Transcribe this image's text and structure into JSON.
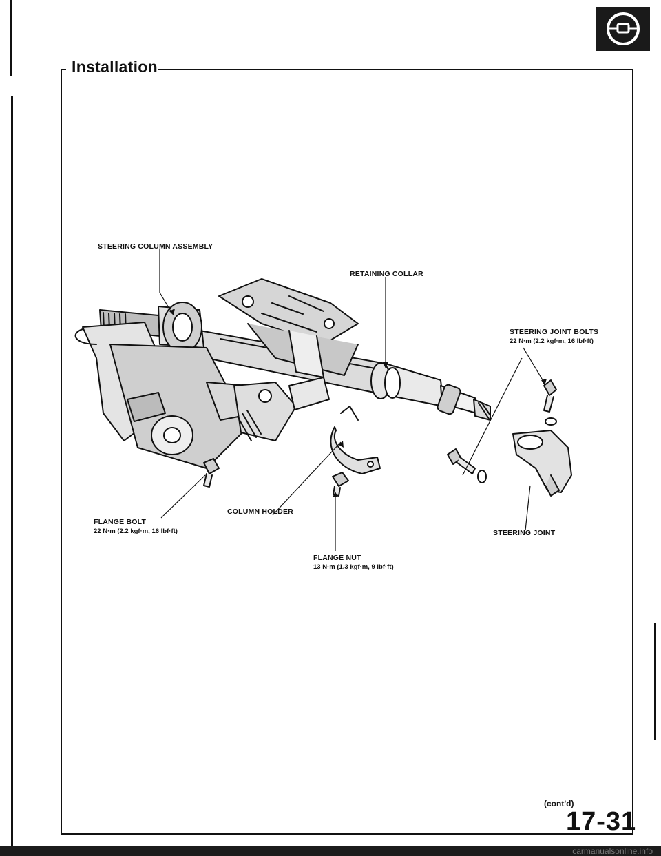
{
  "section": {
    "title": "Installation"
  },
  "labels": {
    "steering_column_assembly": "STEERING COLUMN ASSEMBLY",
    "retaining_collar": "RETAINING COLLAR",
    "steering_joint_bolts": "STEERING JOINT BOLTS",
    "steering_joint_bolts_spec": "22 N·m (2.2 kgf·m, 16 lbf·ft)",
    "flange_bolt": "FLANGE BOLT",
    "flange_bolt_spec": "22 N·m (2.2 kgf·m, 16 lbf·ft)",
    "column_holder": "COLUMN HOLDER",
    "steering_joint": "STEERING JOINT",
    "flange_nut": "FLANGE NUT",
    "flange_nut_spec": "13 N·m (1.3 kgf·m, 9 lbf·ft)"
  },
  "footer": {
    "contd": "(cont'd)",
    "page_number": "17-31",
    "watermark": "carmanualsonline.info"
  },
  "icons": {
    "badge": "steering-wheel-icon"
  }
}
